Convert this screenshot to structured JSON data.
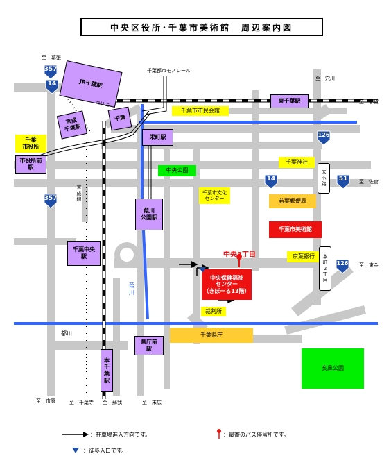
{
  "title": "中央区役所･千葉市美術館　周辺案内図",
  "stations": {
    "jr_chiba": "JR千葉駅",
    "keisei_chiba": "京成\n千葉駅",
    "chiba_small": "千葉",
    "sakaecho": "栄町駅",
    "kyakusho_mae": "市役所前\n駅",
    "sakugawa_koen": "葭川\n公園駅",
    "chiba_chuo": "千葉中央\n駅",
    "kencho_mae": "県庁前\n駅",
    "hon_chiba": "本\n千\n葉\n駅",
    "higashi_chiba": "東千葉駅"
  },
  "places": {
    "chiba_city_office": "千葉\n市役所",
    "shimin_kaikan": "千葉市市民会館",
    "chuo_koen": "中央公園",
    "chiba_jinja": "千葉神社",
    "bunka_center": "千葉市文化\nセンター",
    "wakaba_post": "若葉郵便局",
    "art_museum": "千葉市美術館",
    "keiyo_bank": "京葉銀行",
    "health_center": "中央保健福祉\nセンター\n（きぼーる13階）",
    "court": "裁判所",
    "kencho": "千葉県庁",
    "inohana_park": "亥鼻公園"
  },
  "labels": {
    "monorail": "千葉都市モノレール",
    "periye": "ペリエ",
    "keisei_line": "京\n成\n線",
    "sakugawa": "葭\n川",
    "miyakogawa": "都川",
    "hirokoji": "広\n小\n路",
    "honcho": "本\n町\n2\n丁\n目",
    "chuo3": "中央3丁目",
    "to_makuhari": "至　幕張",
    "to_anagawa": "至　穴川",
    "to_tsuga": "至　都賀",
    "to_sakura": "至　佐倉",
    "to_toganE": "至　東金",
    "to_ichihara": "至　市原",
    "to_chibadera": "至　千葉寺",
    "to_sogagenre": "至　蘇我",
    "to_suehiro": "至　末広"
  },
  "routes": {
    "r357_top": "357",
    "r14_top": "14",
    "r126_top": "126",
    "r14_mid": "14",
    "r51": "51",
    "r357_left": "357",
    "r126_bot": "126"
  },
  "legend": {
    "arrow": "：駐車場進入方向です。",
    "bus": "：最寄のバス停留所です。",
    "entrance": "：徒歩入口です。"
  },
  "colors": {
    "road": "#c8c8c8",
    "river": "#3366ff",
    "station": "#cc99ff",
    "highlight": "#ee1111",
    "label": "#ffff00",
    "park": "#00ee00",
    "route_shield": "#1f4ea8"
  }
}
